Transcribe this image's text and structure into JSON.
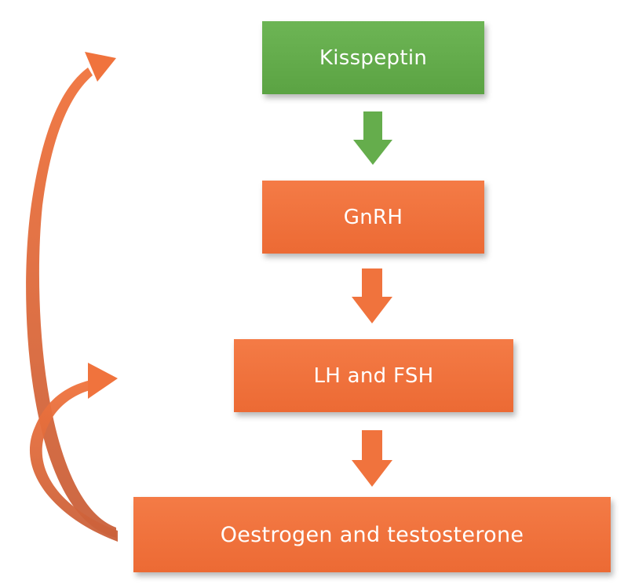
{
  "diagram": {
    "nodes": [
      {
        "id": "kisspeptin",
        "label": "Kisspeptin",
        "color": "#65ad4c"
      },
      {
        "id": "gnrh",
        "label": "GnRH",
        "color": "#f0733d"
      },
      {
        "id": "lh_fsh",
        "label": "LH and FSH",
        "color": "#f0733d"
      },
      {
        "id": "oestrogen_testosterone",
        "label": "Oestrogen and testosterone",
        "color": "#f0733d"
      }
    ],
    "edges": [
      {
        "from": "kisspeptin",
        "to": "gnrh",
        "color": "#65ad4c"
      },
      {
        "from": "gnrh",
        "to": "lh_fsh",
        "color": "#f0733d"
      },
      {
        "from": "lh_fsh",
        "to": "oestrogen_testosterone",
        "color": "#f0733d"
      },
      {
        "from": "oestrogen_testosterone",
        "to": "kisspeptin",
        "type": "feedback",
        "color": "#f0733d"
      },
      {
        "from": "oestrogen_testosterone",
        "to": "lh_fsh",
        "type": "feedback",
        "color": "#f0733d"
      }
    ]
  }
}
